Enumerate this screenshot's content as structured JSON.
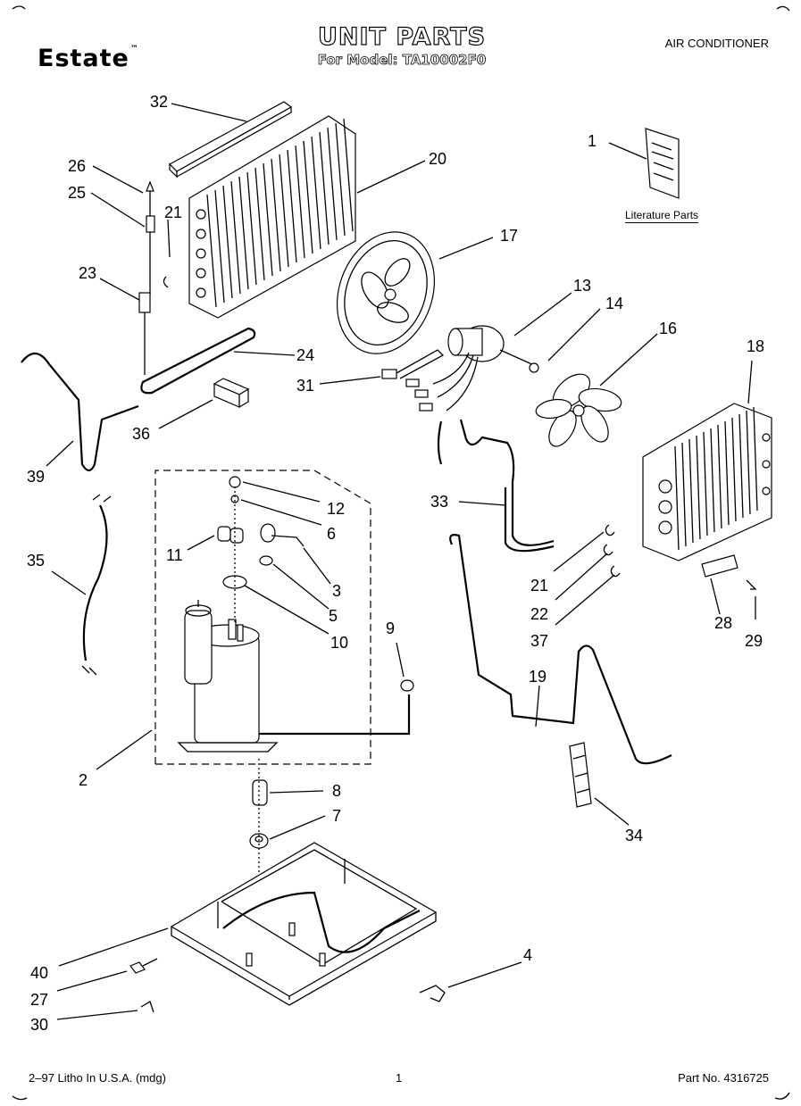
{
  "header": {
    "brand": "Estate",
    "title": "UNIT PARTS",
    "subtitle": "For Model: TA10002F0",
    "category": "AIR CONDITIONER"
  },
  "literature": {
    "label": "Literature Parts"
  },
  "callouts": [
    "32",
    "26",
    "25",
    "21",
    "23",
    "20",
    "1",
    "17",
    "13",
    "14",
    "16",
    "18",
    "24",
    "31",
    "36",
    "39",
    "12",
    "6",
    "11",
    "3",
    "5",
    "10",
    "35",
    "33",
    "21",
    "22",
    "37",
    "28",
    "29",
    "9",
    "19",
    "2",
    "8",
    "7",
    "34",
    "40",
    "27",
    "4",
    "30"
  ],
  "footer": {
    "left": "2–97 Litho In U.S.A. (mdg)",
    "page": "1",
    "part_number": "Part No. 4316725"
  }
}
